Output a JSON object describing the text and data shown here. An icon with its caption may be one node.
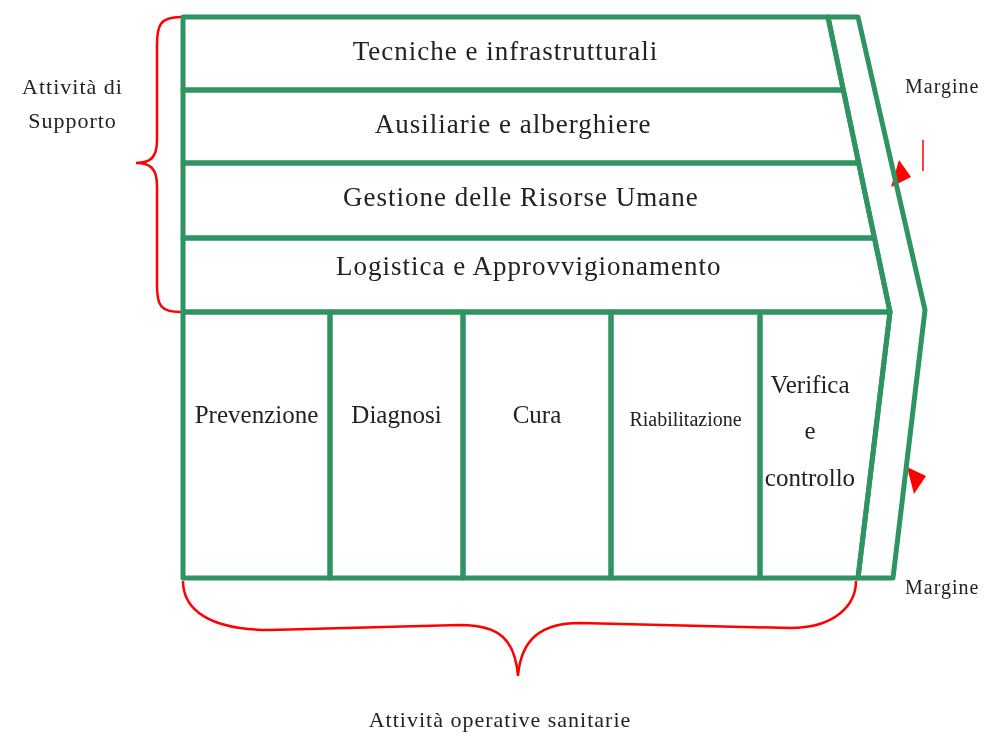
{
  "diagram": {
    "nodes": [
      {
        "text": [
          "Tecniche e infrastrutturali"
        ]
      },
      {
        "text": [
          "Ausiliarie e alberghiere"
        ]
      },
      {
        "text": [
          "Gestione delle Risorse Umane"
        ]
      },
      {
        "text": [
          "Logistica e Approvvigionamento"
        ]
      },
      {
        "text": [
          "Prevenzione"
        ]
      },
      {
        "text": [
          "Diagnosi"
        ]
      },
      {
        "text": [
          "Cura"
        ]
      },
      {
        "text": [
          "Riabilitazione"
        ]
      },
      {
        "text": [
          "Verifica e controllo"
        ]
      },
      {
        "text": [],
        "shape": "chevron",
        "beside": [
          "Margine",
          "Margine"
        ]
      }
    ],
    "edges": [],
    "labels": [
      "Attività di Supporto",
      "Attività operative sanitarie"
    ]
  }
}
